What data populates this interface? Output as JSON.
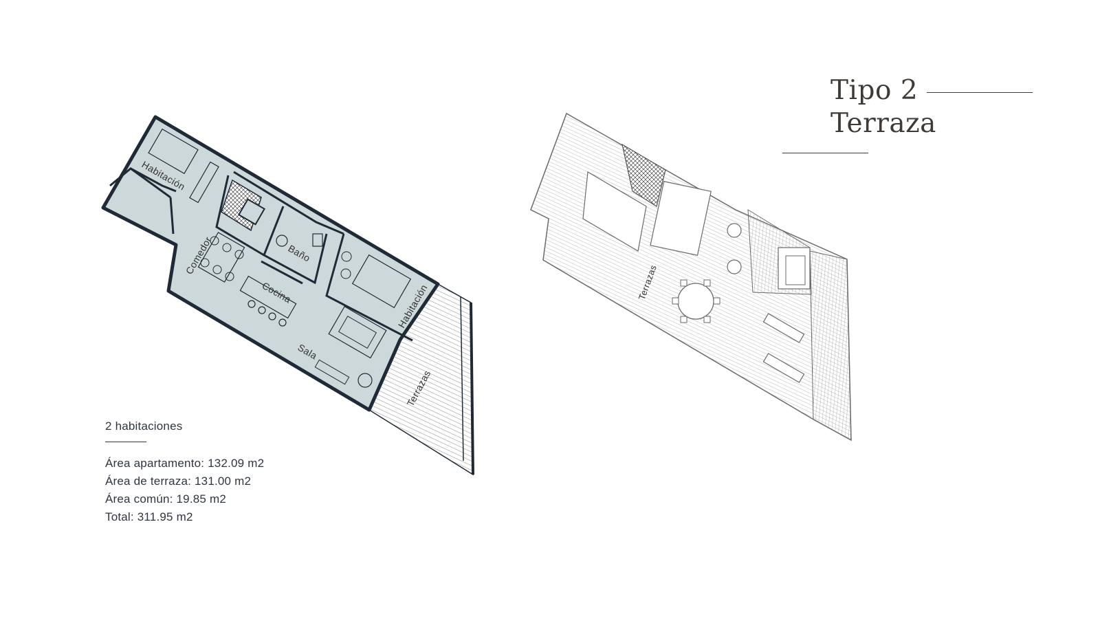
{
  "title": {
    "line1": "Tipo 2",
    "line2": "Terraza"
  },
  "plan": {
    "rooms": {
      "habitacion_1": "Habitación",
      "comedor": "Comedor",
      "bano": "Baño",
      "cocina": "Cocina",
      "habitacion_2": "Habitación",
      "sala": "Sala",
      "terrazas": "Terrazas"
    },
    "fill_color": "#cdd8da",
    "wall_color": "#1f2a36"
  },
  "roof_plan": {
    "label": "Terrazas",
    "line_color": "#6a6a6a"
  },
  "info": {
    "heading": "2 habitaciones",
    "rows": [
      "Área apartamento: 132.09 m2",
      "Área de terraza: 131.00 m2",
      "Área común: 19.85 m2",
      "Total: 311.95 m2"
    ]
  }
}
